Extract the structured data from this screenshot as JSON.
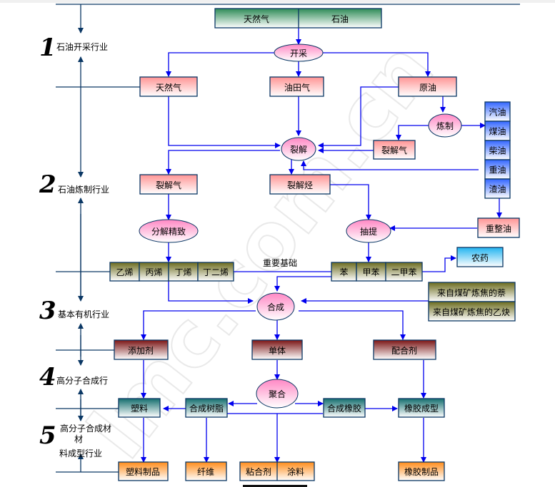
{
  "watermark": "lmc.com.cn",
  "stages": [
    {
      "number": "1",
      "label": "石油开采行业"
    },
    {
      "number": "2",
      "label": "石油炼制行业"
    },
    {
      "number": "3",
      "label": "基本有机行业"
    },
    {
      "number": "4",
      "label": "高分子合成行"
    },
    {
      "number": "5",
      "label": "高分子合成材",
      "label2": "料成型行业"
    }
  ],
  "sources": [
    "天然气",
    "石油"
  ],
  "processes": {
    "mining": "开采",
    "cracking": "裂解",
    "refining": "炼制",
    "separation": "分解精致",
    "extraction": "抽提",
    "synthesis": "合成",
    "polymerization": "聚合"
  },
  "products": {
    "natural_gas": "天然气",
    "oilfield_gas": "油田气",
    "crude_oil": "原油",
    "cracked_gas_right": "裂解气",
    "cracked_gas_left": "裂解气",
    "cracked_hydrocarbon": "裂解烃",
    "reformed_oil": "重整油",
    "pesticide": "农药",
    "additive": "添加剂",
    "monomer": "单体",
    "compounding_agent": "配合剂",
    "plastic": "塑料",
    "synthetic_resin": "合成树脂",
    "synthetic_rubber": "合成橡胶",
    "rubber_molding": "橡胶成型",
    "plastic_products": "塑料制品",
    "fiber": "纤维",
    "rubber_products": "橡胶制品"
  },
  "fuels": [
    "汽油",
    "煤油",
    "柴油",
    "重油",
    "渣油"
  ],
  "olefins": [
    "乙烯",
    "丙烯",
    "丁烯",
    "丁二烯"
  ],
  "aromatics": [
    "苯",
    "甲苯",
    "二甲苯"
  ],
  "coal_sources": [
    "来自煤矿炼焦的萘",
    "来自煤矿炼焦的乙炔"
  ],
  "adhesive_coating": [
    "粘合剂",
    "涂料"
  ],
  "important_basis": "重要基础",
  "colors": {
    "line_blue": "#0000ee",
    "line_navy": "#0a3764",
    "pink_box": "#ff9898",
    "green_box": "#2e8b57",
    "blue_box": "#3a6cf0",
    "olive_box": "#6b6b22",
    "maroon_box": "#7a1a1a",
    "teal_box": "#1a6e6e",
    "orange_box": "#ff8c1a",
    "cyan_box": "#2ab8f0",
    "ellipse_pink": "#ff8cc8"
  }
}
